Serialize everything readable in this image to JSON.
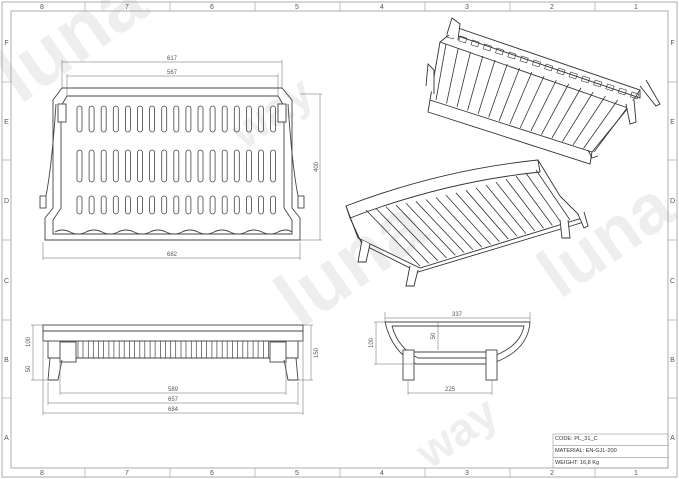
{
  "frame": {
    "columns": [
      "8",
      "7",
      "6",
      "5",
      "4",
      "3",
      "2",
      "1"
    ],
    "rows": [
      "F",
      "E",
      "D",
      "C",
      "B",
      "A"
    ]
  },
  "dimensions": {
    "top_width_outer": "617",
    "top_width_inner": "567",
    "top_height": "400",
    "top_overall": "682",
    "side_height_100": "100",
    "side_height_50": "50",
    "side_height_150": "150",
    "side_589": "589",
    "side_657": "657",
    "side_684": "684",
    "end_337": "337",
    "end_100": "100",
    "end_50": "50",
    "end_225": "225"
  },
  "watermark": {
    "text1": "luna",
    "text2": "way"
  },
  "title_block": {
    "code": "CODE: PL_31_C",
    "material": "MATERIAL: EN-GJL-200",
    "weight": "WEIGHT: 16,8 Kg"
  }
}
